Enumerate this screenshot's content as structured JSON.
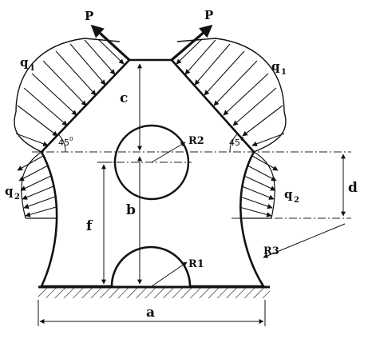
{
  "labels": {
    "P_left": "P",
    "P_right": "P",
    "q1_left": "q",
    "q1_left_sub": "1",
    "q1_right": "q",
    "q1_right_sub": "1",
    "q2_left": "q",
    "q2_left_sub": "2",
    "q2_right": "q",
    "q2_right_sub": "2",
    "a": "a",
    "b": "b",
    "c": "c",
    "d": "d",
    "f": "f",
    "R1": "R1",
    "R2": "R2",
    "R3": "R3",
    "angle_left": "45",
    "angle_right": "45",
    "degree": "0"
  },
  "colors": {
    "ink": "#111111",
    "paper": "#ffffff"
  }
}
